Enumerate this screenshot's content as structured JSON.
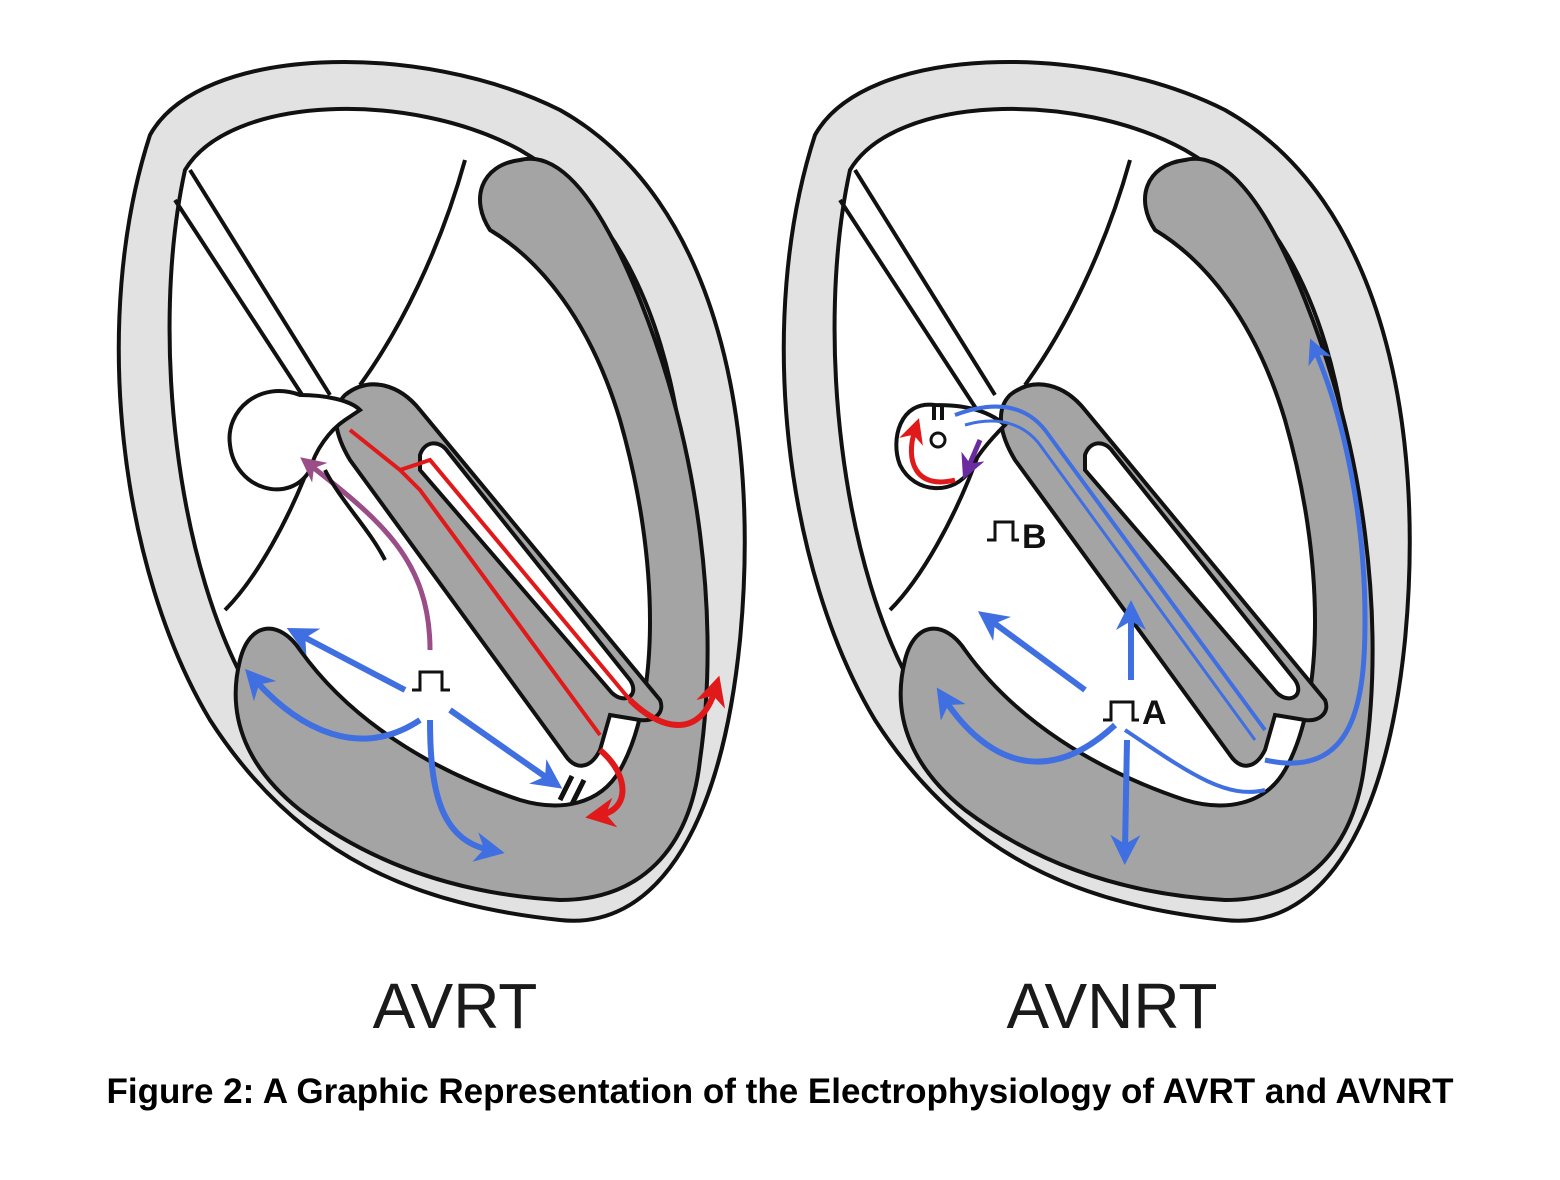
{
  "panels": [
    {
      "id": "avrt",
      "label": "AVRT"
    },
    {
      "id": "avnrt",
      "label": "AVNRT",
      "stimulus_labels": [
        "B",
        "A"
      ]
    }
  ],
  "caption": "Figure 2: A Graphic Representation of the Electrophysiology of AVRT and AVNRT",
  "colors": {
    "septum_gray": "#a4a4a4",
    "ring_light": "#e2e2e2",
    "outline": "#111111",
    "blue_arrow": "#3f6fe0",
    "red_arrow": "#e01a1a",
    "purple_arrow": "#9a4d86",
    "dark_purple_arrow": "#6a2aa0"
  },
  "icons": [
    "stimulus-pulse-icon",
    "conduction-block-icon"
  ]
}
